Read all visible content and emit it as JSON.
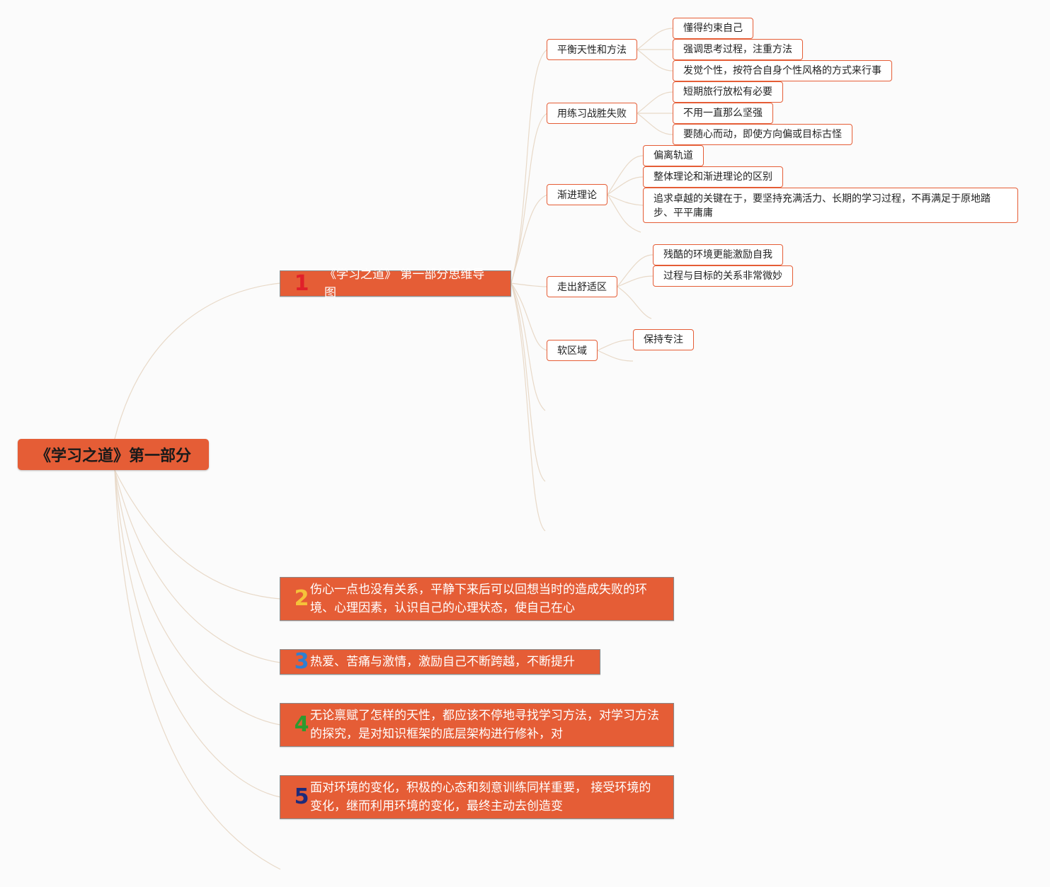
{
  "root": {
    "label": "《学习之道》第一部分"
  },
  "main_topics": [
    {
      "number": "1",
      "number_color": "#e0202a",
      "label": "《学习之道》 第一部分思维导图"
    },
    {
      "number": "2",
      "number_color": "#f5c23a",
      "label": "伤心一点也没有关系，平静下来后可以回想当时的造成失败的环境、心理因素，认识自己的心理状态，使自己在心"
    },
    {
      "number": "3",
      "number_color": "#2f7fd0",
      "label": "热爱、苦痛与激情，激励自己不断跨越，不断提升"
    },
    {
      "number": "4",
      "number_color": "#2e9a2e",
      "label": "无论禀赋了怎样的天性，都应该不停地寻找学习方法，对学习方法的探究，是对知识框架的底层架构进行修补，对"
    },
    {
      "number": "5",
      "number_color": "#1e2a7a",
      "label": "面对环境的变化，积极的心态和刻意训练同样重要， 接受环境的变化，继而利用环境的变化，最终主动去创造变"
    }
  ],
  "subtopics": [
    {
      "label": "平衡天性和方法",
      "children": [
        "懂得约束自己",
        "强调思考过程，注重方法",
        "发觉个性，按符合自身个性风格的方式来行事"
      ]
    },
    {
      "label": "用练习战胜失败",
      "children": [
        "短期旅行放松有必要",
        "不用一直那么坚强",
        "要随心而动，即使方向偏或目标古怪"
      ]
    },
    {
      "label": "渐进理论",
      "children": [
        "偏离轨道",
        "整体理论和渐进理论的区别",
        "追求卓越的关键在于，要坚持充满活力、长期的学习过程，不再满足于原地踏步、平平庸庸"
      ]
    },
    {
      "label": "走出舒适区",
      "children": [
        "残酷的环境更能激励自我",
        "过程与目标的关系非常微妙"
      ]
    },
    {
      "label": "软区域",
      "children": [
        "保持专注"
      ]
    }
  ],
  "colors": {
    "node_fill": "#e55d36",
    "edge": "#e8d9c8",
    "background": "#fbfbfb"
  }
}
